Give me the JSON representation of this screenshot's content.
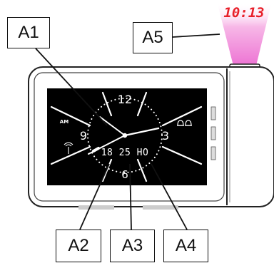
{
  "callouts": {
    "a1": "A1",
    "a2": "A2",
    "a3": "A3",
    "a4": "A4",
    "a5": "A5"
  },
  "dial": {
    "numerals": {
      "top": "12",
      "left": "9",
      "right": "3",
      "bottom": "6"
    },
    "am_label": "AM",
    "alarm_icons": "bell-icons",
    "signal_icon": "radio-signal-icon"
  },
  "lcd_readout": "18 25 HO",
  "projected_time": "10:13",
  "colors": {
    "lcd_background": "#000000",
    "device_body": "#ffffff",
    "projection_text": "#e8202a",
    "projection_beam": "#f08ad6"
  }
}
